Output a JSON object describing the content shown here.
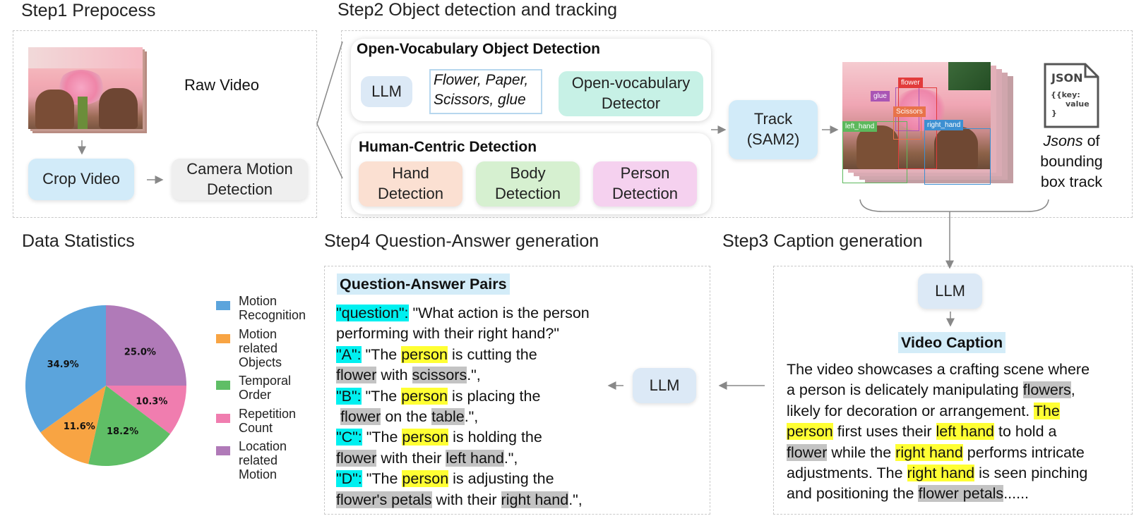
{
  "step1": {
    "title": "Step1  Prepocess",
    "raw_video": "Raw Video",
    "crop_video": "Crop Video",
    "camera_motion": [
      "Camera Motion",
      "Detection"
    ]
  },
  "step2": {
    "title": "Step2  Object detection and tracking",
    "ov_title": "Open-Vocabulary Object Detection",
    "llm": "LLM",
    "objects": [
      "Flower, Paper,",
      "Scissors, glue"
    ],
    "ov_detector": [
      "Open-vocabulary",
      "Detector"
    ],
    "hc_title": "Human-Centric Detection",
    "hand": [
      "Hand",
      "Detection"
    ],
    "body": [
      "Body",
      "Detection"
    ],
    "person": [
      "Person",
      "Detection"
    ],
    "track": [
      "Track",
      "(SAM2)"
    ],
    "frame_tags": {
      "flower": "flower",
      "glue": "glue",
      "left_hand": "left_hand",
      "scissors": "Scissors",
      "right_hand": "right_hand"
    },
    "json_icon": {
      "label": "JSON",
      "line1": "{{key:",
      "line2": "value",
      "line3": "}"
    },
    "json_caption": {
      "italic": "Jsons",
      "rest": " of",
      "line2": "bounding",
      "line3": "box track"
    }
  },
  "stats": {
    "title": "Data Statistics"
  },
  "chart_data": {
    "type": "pie",
    "slices": [
      {
        "label": "Motion Recognition",
        "value": 34.9,
        "color": "#5ba4dc"
      },
      {
        "label": "Motion related Objects",
        "value": 11.6,
        "color": "#f8a443"
      },
      {
        "label": "Temporal Order",
        "value": 18.2,
        "color": "#5fbe66"
      },
      {
        "label": "Repetition Count",
        "value": 10.3,
        "color": "#f07daf"
      },
      {
        "label": "Location related Motion",
        "value": 25.0,
        "color": "#b07ab8"
      }
    ],
    "legend_lines": [
      [
        "Motion",
        "Recognition"
      ],
      [
        "Motion",
        "related",
        "Objects"
      ],
      [
        "Temporal",
        "Order"
      ],
      [
        "Repetition",
        "Count"
      ],
      [
        "Location",
        "related",
        "Motion"
      ]
    ],
    "value_labels": [
      "34.9%",
      "11.6%",
      "18.2%",
      "10.3%",
      "25.0%"
    ],
    "legend_placement": "right"
  },
  "step4": {
    "title": "Step4  Question-Answer generation",
    "qa_title": "Question-Answer Pairs",
    "llm": "LLM",
    "q_key": "\"question\":",
    "q_text": " \"What action is the person",
    "q_text2": "performing with their right hand?\"",
    "a_key": "\"A\":",
    "b_key": "\"B\":",
    "c_key": "\"C\":",
    "d_key": "\"D\":",
    "quote_the": " \"The ",
    "person": "person",
    "a_rest": " is cutting the",
    "flower": "flower",
    "with": " with ",
    "scissors": "scissors",
    "end": ".\",",
    "b_rest": " is placing the",
    "on_the": " on the ",
    "table": "table",
    "c_rest": " is holding the",
    "with_their": " with their ",
    "left_hand": "left hand",
    "d_rest": " is adjusting the",
    "flowers_petals": "flower's petals",
    "right_hand": "right hand"
  },
  "step3": {
    "title": "Step3  Caption generation",
    "llm": "LLM",
    "caption_title": "Video Caption",
    "c1": "The video showcases a crafting scene where",
    "c2a": "a person is delicately manipulating ",
    "flowers": "flowers",
    "c2b": ",",
    "c3a": "likely for decoration or arrangement. ",
    "the": "The",
    "person": "person",
    "c4a": " first uses their ",
    "left_hand": "left hand",
    "c4b": " to hold a",
    "flower": "flower",
    "c5a": " while the ",
    "right_hand": "right hand",
    "c5b": " performs intricate",
    "c6a": "adjustments. The ",
    "c6b": " is seen pinching",
    "c7a": "and positioning the ",
    "flower_petals": "flower petals",
    "c7b": "......"
  }
}
